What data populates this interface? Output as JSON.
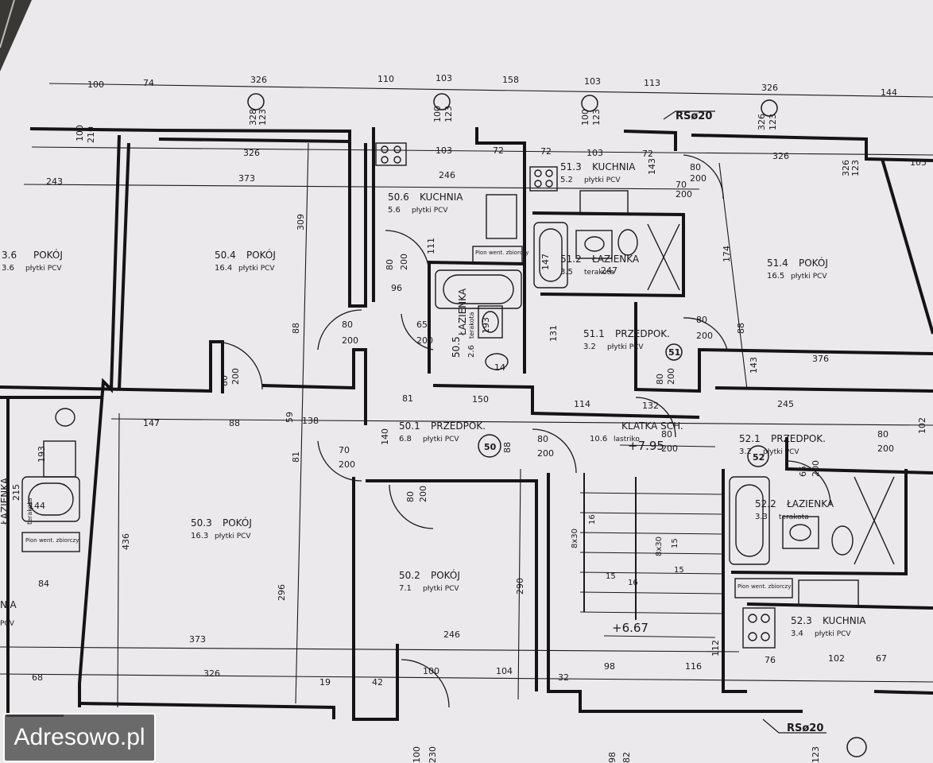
{
  "colors": {
    "paper": "#ece9ec",
    "ink": "#1a1a1a",
    "background": "#3a3835"
  },
  "watermark": "Adresowo.pl",
  "dimensions": {
    "top_row": [
      "100",
      "74",
      "326",
      "110",
      "103",
      "158",
      "103",
      "113",
      "326",
      "144"
    ],
    "second_row": [
      "326",
      "103",
      "72",
      "72",
      "103",
      "72",
      "326",
      "105"
    ],
    "third_row": [
      "243",
      "373",
      "246",
      "70",
      "200"
    ],
    "mid_row": [
      "147",
      "88",
      "138",
      "150",
      "114",
      "132",
      "245",
      "376"
    ],
    "vertical": [
      "309",
      "88",
      "143",
      "59",
      "81",
      "436",
      "296",
      "290",
      "131",
      "174",
      "88",
      "143",
      "140",
      "88",
      "112",
      "102"
    ],
    "bottom_row": [
      "373",
      "326",
      "246",
      "100",
      "104",
      "98",
      "116",
      "76",
      "102",
      "67",
      "68",
      "84",
      "19",
      "42",
      "32"
    ],
    "windows": [
      "100",
      "210",
      "328",
      "123",
      "100",
      "123",
      "100",
      "123",
      "326",
      "123",
      "326",
      "123",
      "100",
      "230",
      "98",
      "82",
      "123"
    ]
  },
  "rooms": [
    {
      "number": "3.6",
      "name": "POKÓJ",
      "area": "3.6",
      "finish": "płytki PCV"
    },
    {
      "number": "50.4",
      "name": "POKÓJ",
      "area": "16.4",
      "finish": "płytki PCV"
    },
    {
      "number": "50.6",
      "name": "KUCHNIA",
      "area": "5.6",
      "finish": "płytki PCV"
    },
    {
      "number": "51.3",
      "name": "KUCHNIA",
      "area": "5.2",
      "finish": "płytki PCV"
    },
    {
      "number": "51.2",
      "name": "ŁAZIENKA",
      "area": "3.5",
      "finish": "terakota"
    },
    {
      "number": "51.4",
      "name": "POKÓJ",
      "area": "16.5",
      "finish": "płytki PCV"
    },
    {
      "number": "50.5",
      "name": "ŁAZIENKA",
      "area": "2.6",
      "finish": "terakota"
    },
    {
      "number": "51.1",
      "name": "PRZEDPOK.",
      "area": "3.2",
      "finish": "płytki PCV"
    },
    {
      "number": "50.1",
      "name": "PRZEDPOK.",
      "area": "6.8",
      "finish": "płytki PCV"
    },
    {
      "number": "",
      "name": "KLATKA SCH.",
      "area": "10.6",
      "finish": "lastriko"
    },
    {
      "number": "52.1",
      "name": "PRZEDPOK.",
      "area": "3.2",
      "finish": "płytki PCV"
    },
    {
      "number": "50.3",
      "name": "POKÓJ",
      "area": "16.3",
      "finish": "płytki PCV"
    },
    {
      "number": "50.2",
      "name": "POKÓJ",
      "area": "7.1",
      "finish": "płytki PCV"
    },
    {
      "number": "52.2",
      "name": "ŁAZIENKA",
      "area": "3.3",
      "finish": "terakota"
    },
    {
      "number": "52.3",
      "name": "KUCHNIA",
      "area": "3.4",
      "finish": "płytki PCV"
    },
    {
      "number": "",
      "name": "ŁAZIENKA",
      "area": "",
      "finish": "terakota"
    },
    {
      "number": "",
      "name": "NIA",
      "area": "",
      "finish": "PCV"
    }
  ],
  "doors": [
    "80",
    "200",
    "65",
    "200",
    "80",
    "200",
    "80",
    "200",
    "70",
    "200",
    "80",
    "200",
    "80",
    "200",
    "80",
    "200",
    "80",
    "200",
    "80",
    "200",
    "80",
    "200",
    "80",
    "200",
    "65",
    "200"
  ],
  "levels": [
    "+7.95",
    "+6.67"
  ],
  "stairs": [
    "8x30",
    "16",
    "8x30",
    "15",
    "15",
    "16",
    "15"
  ],
  "markers": [
    "RSø20",
    "RSø20"
  ],
  "apartment_badges": [
    "50",
    "51",
    "52"
  ],
  "shafts": [
    "Pion went. zbiorczy",
    "Pion went. zbiorczy",
    "Pion went. zbiorczy"
  ],
  "fixtures": [
    "193",
    "144",
    "193",
    "147",
    "14",
    "247",
    "96",
    "81",
    "111",
    "215"
  ]
}
